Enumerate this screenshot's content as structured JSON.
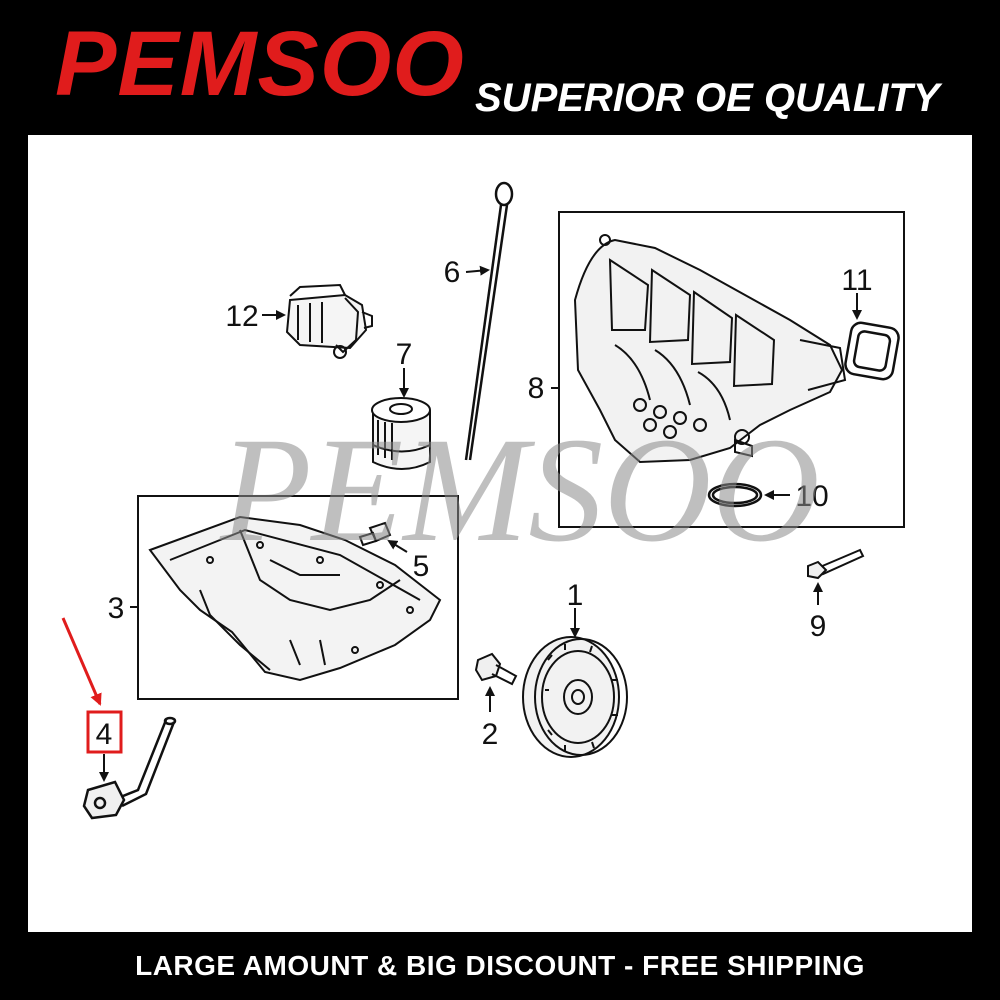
{
  "brand": {
    "name": "PEMSOO",
    "tagline": "SUPERIOR OE QUALITY",
    "watermark": "PEMSOO"
  },
  "footer": {
    "text": "LARGE AMOUNT & BIG DISCOUNT - FREE SHIPPING"
  },
  "colors": {
    "brand_red": "#e01c1c",
    "highlight_red": "#e01c1c",
    "text_white": "#ffffff",
    "background": "#000000",
    "panel": "#ffffff"
  },
  "callouts": {
    "c1": "1",
    "c2": "2",
    "c3": "3",
    "c4": "4",
    "c5": "5",
    "c6": "6",
    "c7": "7",
    "c8": "8",
    "c9": "9",
    "c10": "10",
    "c11": "11",
    "c12": "12"
  }
}
